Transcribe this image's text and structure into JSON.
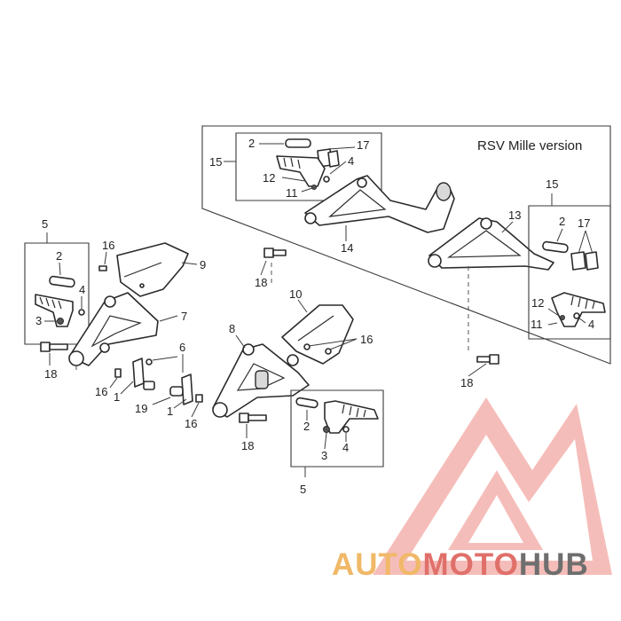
{
  "title": "RSV Mille version",
  "callouts": {
    "left": [
      "5",
      "2",
      "4",
      "3",
      "16",
      "9",
      "7",
      "18",
      "6",
      "16",
      "1",
      "19",
      "1",
      "16"
    ],
    "center": [
      "10",
      "16",
      "8",
      "18",
      "2",
      "4",
      "3",
      "5"
    ],
    "upper_inset": [
      "2",
      "17",
      "15",
      "4",
      "12",
      "11",
      "14",
      "18"
    ],
    "right_inset": [
      "15",
      "13",
      "2",
      "17",
      "12",
      "11",
      "4",
      "18"
    ]
  },
  "watermark": {
    "part1": "AUTO",
    "part2": "MOTO",
    "part3": "HUB"
  }
}
